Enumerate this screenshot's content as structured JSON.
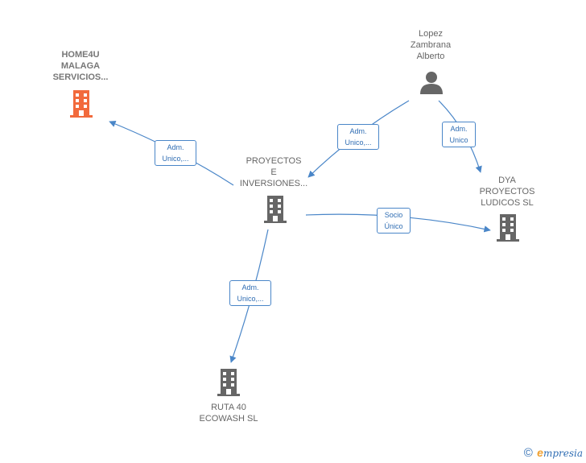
{
  "colors": {
    "edge": "#4a86c8",
    "building": "#666666",
    "building_highlight": "#f26a3c",
    "person": "#666666"
  },
  "nodes": {
    "home4u": {
      "label": "HOME4U\nMALAGA\nSERVICIOS...",
      "icon": "building-icon"
    },
    "lopez": {
      "label": "Lopez\nZambrana\nAlberto",
      "icon": "person-icon"
    },
    "proyectos": {
      "label": "PROYECTOS\nE\nINVERSIONES...",
      "icon": "building-icon"
    },
    "dya": {
      "label": "DYA\nPROYECTOS\nLUDICOS  SL",
      "icon": "building-icon"
    },
    "ruta40": {
      "label": "RUTA 40\nECOWASH  SL",
      "icon": "building-icon"
    }
  },
  "edges": {
    "proyectos_home4u": {
      "label": "Adm.\nUnico,..."
    },
    "lopez_proyectos": {
      "label": "Adm.\nUnico,..."
    },
    "lopez_dya": {
      "label": "Adm.\nUnico"
    },
    "proyectos_dya": {
      "label": "Socio\nÚnico"
    },
    "proyectos_ruta40": {
      "label": "Adm.\nUnico,..."
    }
  },
  "footer": {
    "copyright": "©",
    "brand_initial": "e",
    "brand_rest": "mpresia"
  }
}
